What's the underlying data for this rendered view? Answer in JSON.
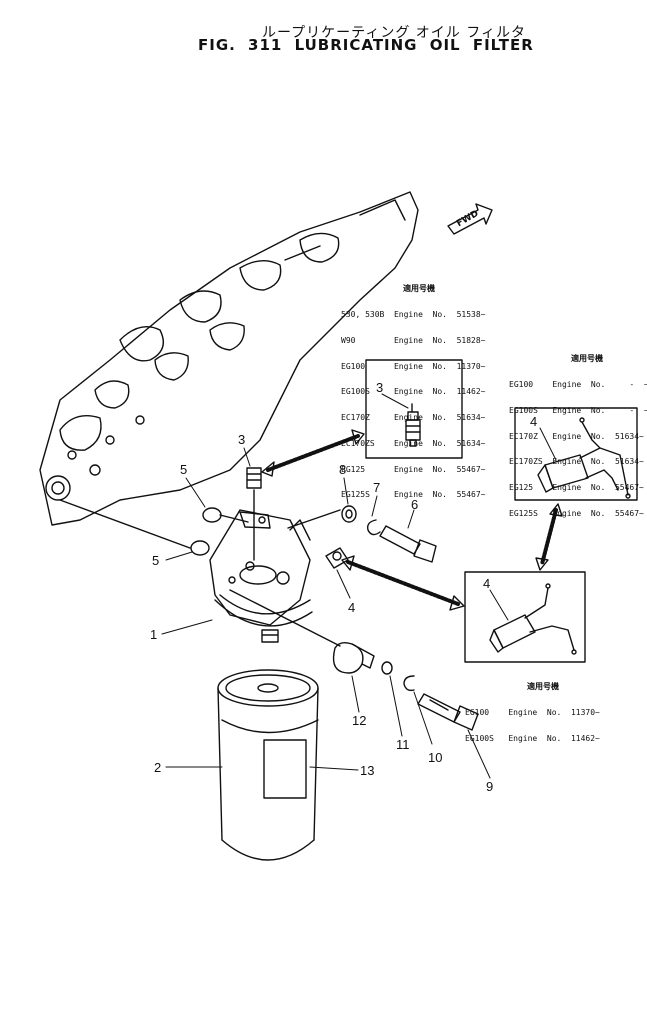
{
  "title": {
    "japanese": "ループリケーティング オイル フィルタ",
    "english": "FIG. 311 LUBRICATING OIL FILTER"
  },
  "fwd_label": "FWD",
  "callouts": [
    "1",
    "2",
    "3",
    "3",
    "4",
    "4",
    "4",
    "5",
    "5",
    "6",
    "7",
    "8",
    "9",
    "10",
    "11",
    "12",
    "13"
  ],
  "spec_tables": [
    {
      "header": "適用号機",
      "rows": [
        "530, 530B  Engine  No.  51538~",
        "W90        Engine  No.  51828~",
        "EG100      Engine  No.  11370~",
        "EG100S     Engine  No.  11462~",
        "EC170Z     Engine  No.  51634~",
        "EC170ZS    Engine  No.  51634~",
        "EG125      Engine  No.  55467~",
        "EG125S     Engine  No.  55467~"
      ]
    },
    {
      "header": "適用号機",
      "rows": [
        "EG100    Engine  No.     -  ~",
        "EG100S   Engine  No.     -  ~",
        "EC170Z   Engine  No.  51634~",
        "EC170ZS  Engine  No.  51634~",
        "EG125    Engine  No.  55467~",
        "EG125S   Engine  No.  55467~"
      ]
    },
    {
      "header": "適用号機",
      "rows": [
        "EG100    Engine  No.  11370~",
        "EG100S   Engine  No.  11462~"
      ]
    }
  ]
}
